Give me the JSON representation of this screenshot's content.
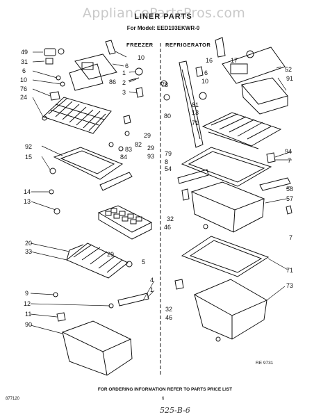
{
  "watermark": "AppliancePartsPros.com",
  "title": "LINER PARTS",
  "model": "For Model: EED193EKWR-0",
  "sections": {
    "freezer": "FREEZER",
    "refrigerator": "REFRIGERATOR"
  },
  "callouts": {
    "c49": "49",
    "c31": "31",
    "c6a": "6",
    "c10a": "10",
    "c76": "76",
    "c24": "24",
    "c10b": "10",
    "c6b": "6",
    "c1a": "1",
    "c86": "86",
    "c2": "2",
    "c3": "3",
    "c29a": "29",
    "c82": "82",
    "c83": "83",
    "c84": "84",
    "c29b": "29",
    "c93": "93",
    "c92": "92",
    "c15": "15",
    "c14": "14",
    "c13a": "13",
    "c20": "20",
    "c33": "33",
    "c29c": "29",
    "c5": "5",
    "c9": "9",
    "c12": "12",
    "c11": "11",
    "c90": "90",
    "c4": "4",
    "c1b": "1",
    "c16": "16",
    "c17": "17",
    "c52": "52",
    "c91": "91",
    "c78": "78",
    "c6c": "6",
    "c10c": "10",
    "c81": "81",
    "c13b": "13",
    "c80": "80",
    "c71a": "71",
    "c79": "79",
    "c8": "8",
    "c94": "94",
    "c7a": "7",
    "c54": "54",
    "c58": "58",
    "c57": "57",
    "c32a": "32",
    "c46a": "46",
    "c7b": "7",
    "c71b": "71",
    "c73": "73",
    "c32b": "32",
    "c46b": "46"
  },
  "ref_code": "RE 9731",
  "footer": "FOR ORDERING INFORMATION REFER TO PARTS PRICE LIST",
  "doc_number": "877120",
  "page_number": "6",
  "handwritten": "525-B-6"
}
